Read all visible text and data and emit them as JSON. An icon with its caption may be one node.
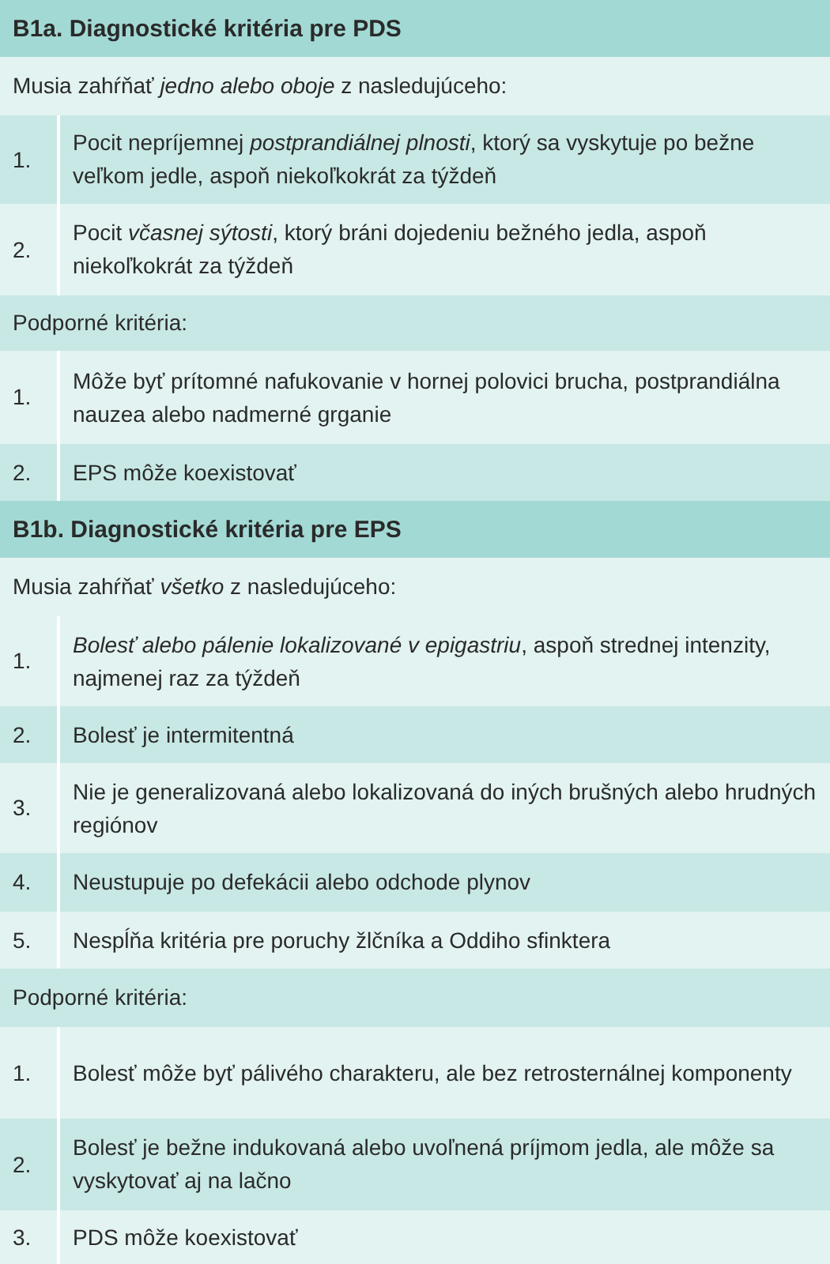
{
  "diagram": {
    "labels": [
      "B1a. Diagnostické kritéria pre PDS",
      "Musia zahŕňať *jedno alebo oboje* z nasledujúceho:",
      "1.",
      "Pocit nepríjemnej *postprandiálnej plnosti*, ktorý sa vyskytuje po bežne veľkom jedle, aspoň niekoľkokrát za týždeň",
      "2.",
      "Pocit *včasnej sýtosti*, ktorý bráni dojedeniu bežného jedla, aspoň niekoľkokrát za týždeň",
      "Podporné kritéria:",
      "1.",
      "Môže byť prítomné nafukovanie v hornej polovici brucha, postprandiálna nauzea alebo nadmerné grganie",
      "2.",
      "EPS môže koexistovať",
      "B1b. Diagnostické kritéria pre EPS",
      "Musia zahŕňať *všetko* z nasledujúceho:",
      "1.",
      "*Bolesť alebo pálenie lokalizované v epigastriu*, aspoň strednej intenzity, najmenej raz za týždeň",
      "2.",
      "Bolesť je intermitentná",
      "3.",
      "Nie je generalizovaná alebo lokalizovaná do iných brušných alebo hrudných regiónov",
      "4.",
      "Neustupuje po defekácii alebo odchode plynov",
      "5.",
      "Nespĺňa kritéria pre poruchy žlčníka a Oddiho sfinktera",
      "Podporné kritéria:",
      "1.",
      "Bolesť môže byť pálivého charakteru, ale bez retrosternálnej komponenty",
      "2.",
      "Bolesť je bežne indukovaná alebo uvoľnená príjmom jedla, ale môže sa vyskytovať aj na lačno",
      "3.",
      "PDS môže koexistovať"
    ]
  }
}
